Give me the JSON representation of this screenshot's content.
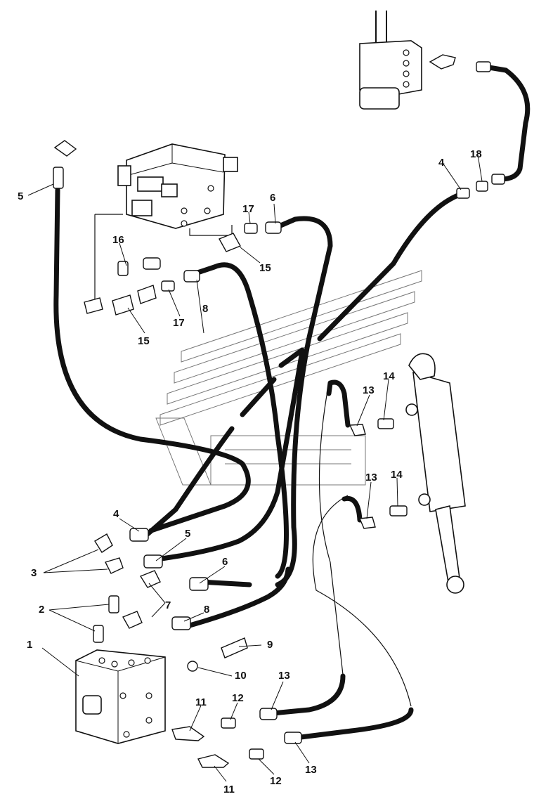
{
  "diagram": {
    "callouts": [
      {
        "id": "c1",
        "text": "1"
      },
      {
        "id": "c2",
        "text": "2"
      },
      {
        "id": "c3",
        "text": "3"
      },
      {
        "id": "c4a",
        "text": "4"
      },
      {
        "id": "c4b",
        "text": "4"
      },
      {
        "id": "c5a",
        "text": "5"
      },
      {
        "id": "c5b",
        "text": "5"
      },
      {
        "id": "c6a",
        "text": "6"
      },
      {
        "id": "c6b",
        "text": "6"
      },
      {
        "id": "c7",
        "text": "7"
      },
      {
        "id": "c8a",
        "text": "8"
      },
      {
        "id": "c8b",
        "text": "8"
      },
      {
        "id": "c9",
        "text": "9"
      },
      {
        "id": "c10",
        "text": "10"
      },
      {
        "id": "c11a",
        "text": "11"
      },
      {
        "id": "c11b",
        "text": "11"
      },
      {
        "id": "c12a",
        "text": "12"
      },
      {
        "id": "c12b",
        "text": "12"
      },
      {
        "id": "c13a",
        "text": "13"
      },
      {
        "id": "c13b",
        "text": "13"
      },
      {
        "id": "c13c",
        "text": "13"
      },
      {
        "id": "c13d",
        "text": "13"
      },
      {
        "id": "c14a",
        "text": "14"
      },
      {
        "id": "c14b",
        "text": "14"
      },
      {
        "id": "c15a",
        "text": "15"
      },
      {
        "id": "c15b",
        "text": "15"
      },
      {
        "id": "c16",
        "text": "16"
      },
      {
        "id": "c17a",
        "text": "17"
      },
      {
        "id": "c17b",
        "text": "17"
      },
      {
        "id": "c18",
        "text": "18"
      }
    ]
  }
}
